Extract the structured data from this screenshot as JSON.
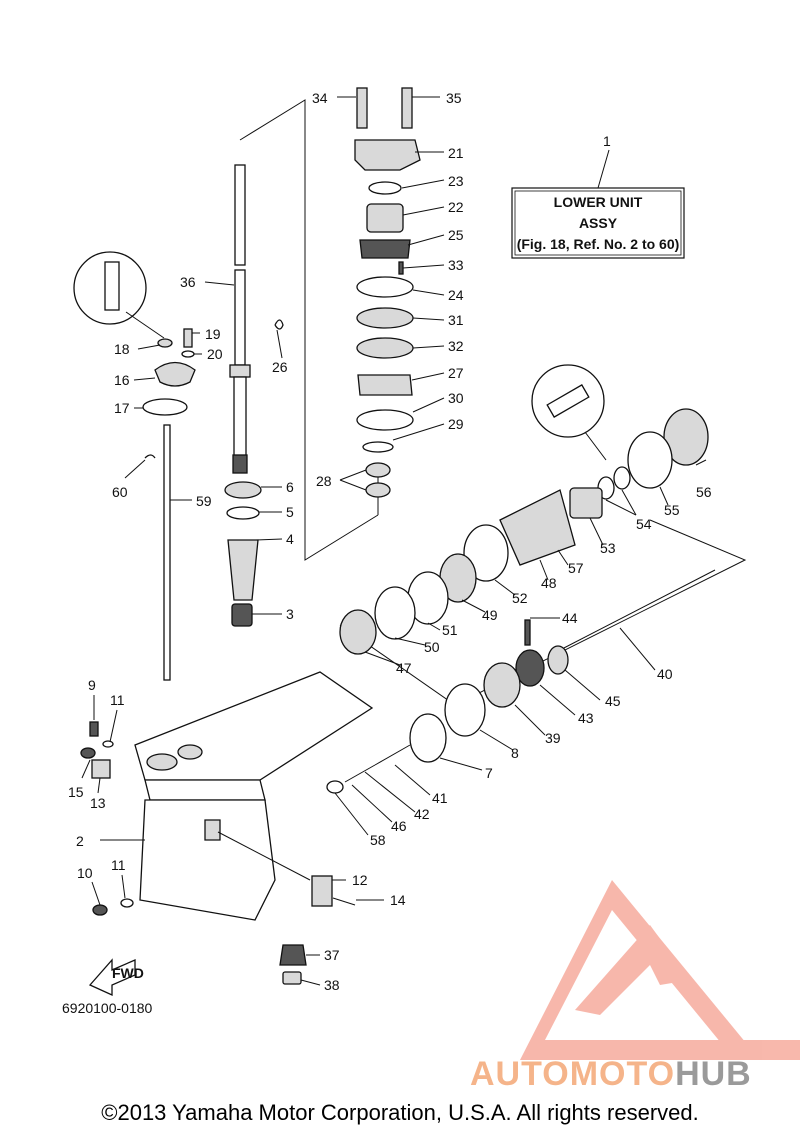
{
  "assy_box": {
    "number": "1",
    "line1": "LOWER UNIT",
    "line2": "ASSY",
    "line3": "(Fig. 18, Ref. No. 2 to 60)"
  },
  "callouts": {
    "c34": "34",
    "c35": "35",
    "c21": "21",
    "c23": "23",
    "c22": "22",
    "c25": "25",
    "c33": "33",
    "c24": "24",
    "c31": "31",
    "c32": "32",
    "c27": "27",
    "c30": "30",
    "c29": "29",
    "c28": "28",
    "c36": "36",
    "c26": "26",
    "c19": "19",
    "c20": "20",
    "c18": "18",
    "c16": "16",
    "c17": "17",
    "c60": "60",
    "c59": "59",
    "c6": "6",
    "c5": "5",
    "c4": "4",
    "c3": "3",
    "c56": "56",
    "c55": "55",
    "c54": "54",
    "c53": "53",
    "c57": "57",
    "c48": "48",
    "c52": "52",
    "c49": "49",
    "c51": "51",
    "c50": "50",
    "c47": "47",
    "c44": "44",
    "c40": "40",
    "c45": "45",
    "c43": "43",
    "c39": "39",
    "c8": "8",
    "c7": "7",
    "c41": "41",
    "c42": "42",
    "c46": "46",
    "c58": "58",
    "c9": "9",
    "c11a": "11",
    "c15": "15",
    "c13": "13",
    "c2": "2",
    "c10": "10",
    "c11b": "11",
    "c12": "12",
    "c14": "14",
    "c37": "37",
    "c38": "38"
  },
  "fwd_label": "FWD",
  "diagram_code": "6920100-0180",
  "watermark": {
    "part1": "AUTOMOTO",
    "part2": "HUB",
    "color_primary": "#f5a090",
    "color_secondary": "#9a9a9a"
  },
  "copyright": "©2013 Yamaha Motor Corporation, U.S.A. All rights reserved."
}
